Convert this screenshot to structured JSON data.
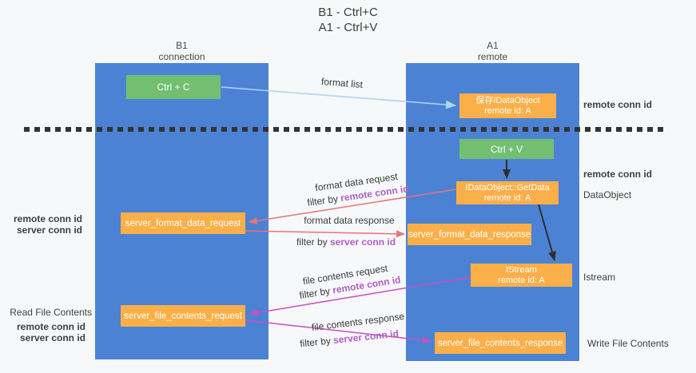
{
  "title": {
    "line1": "B1 - Ctrl+C",
    "line2": "A1 - Ctrl+V"
  },
  "lifelines": {
    "b1": {
      "name": "B1",
      "subtitle": "connection"
    },
    "a1": {
      "name": "A1",
      "subtitle": "remote"
    }
  },
  "nodes": {
    "ctrl_c": {
      "label": "Ctrl + C"
    },
    "ctrl_v": {
      "label": "Ctrl + V"
    },
    "save_dataobject": {
      "line1": "保存IDataObject",
      "line2": "remote id: A"
    },
    "getdata": {
      "line1": "IDataObject::GetData",
      "line2": "remote id: A"
    },
    "istream": {
      "line1": "IStream",
      "line2": "remote id: A"
    },
    "format_request": {
      "label": "server_format_data_request"
    },
    "format_response": {
      "label": "server_format_data_response"
    },
    "file_request": {
      "label": "server_file_contents_request"
    },
    "file_response": {
      "label": "server_file_contents_response"
    }
  },
  "arrow_labels": {
    "format_list": "format list",
    "format_data_request": "format data request",
    "format_data_response": "format data response",
    "file_contents_request": "file contents request",
    "file_contents_response": "file contents response",
    "filter_by": "filter by",
    "remote_conn_id": "remote conn id",
    "server_conn_id": "server conn id"
  },
  "side_labels": {
    "remote_conn_id": "remote conn id",
    "server_conn_id": "server conn id",
    "dataobject": "DataObject",
    "istream": "Istream",
    "read_file_contents": "Read File Contents",
    "write_file_contents": "Write File Contents"
  },
  "colors": {
    "lifeline_blue": "#4c82d4",
    "node_orange": "#fbaf49",
    "node_green": "#72bf72",
    "remote_conn_purple": "#b05fc6",
    "server_conn_green": "#62bb64",
    "arrow_red": "#e8737a",
    "arrow_magenta": "#c94fc0",
    "arrow_lightblue": "#aad6f2",
    "arrow_black": "#2f2f2f",
    "divider_dash": "#333333"
  }
}
